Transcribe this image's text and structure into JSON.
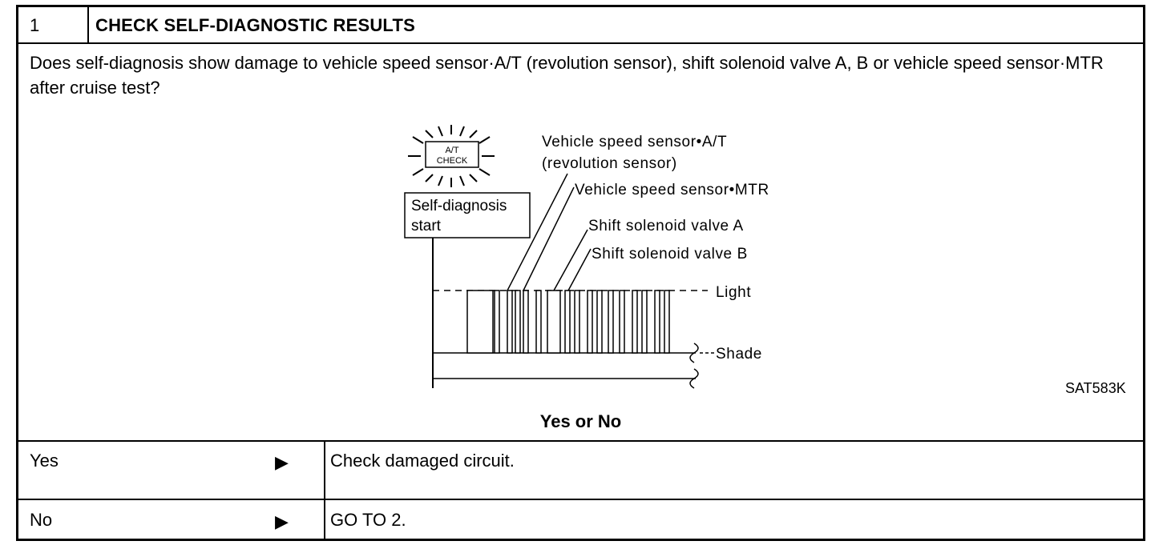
{
  "step": {
    "number": "1",
    "title": "CHECK SELF-DIAGNOSTIC RESULTS"
  },
  "question": "Does self-diagnosis show damage to vehicle speed sensor·A/T (revolution sensor), shift solenoid valve A, B or vehicle speed sensor·MTR after cruise test?",
  "figure": {
    "lamp_line1": "A/T",
    "lamp_line2": "CHECK",
    "box_line1": "Self-diagnosis",
    "box_line2": "start",
    "label_sensor_at_1": "Vehicle speed sensor•A/T",
    "label_sensor_at_2": "(revolution sensor)",
    "label_sensor_mtr": "Vehicle speed sensor•MTR",
    "label_solenoid_a": "Shift solenoid valve A",
    "label_solenoid_b": "Shift solenoid valve B",
    "label_light": "Light",
    "label_shade": "Shade",
    "figure_id": "SAT583K"
  },
  "prompt": "Yes or No",
  "results": [
    {
      "answer": "Yes",
      "arrow": "▶",
      "action": "Check damaged circuit."
    },
    {
      "answer": "No",
      "arrow": "▶",
      "action": "GO TO 2."
    }
  ]
}
